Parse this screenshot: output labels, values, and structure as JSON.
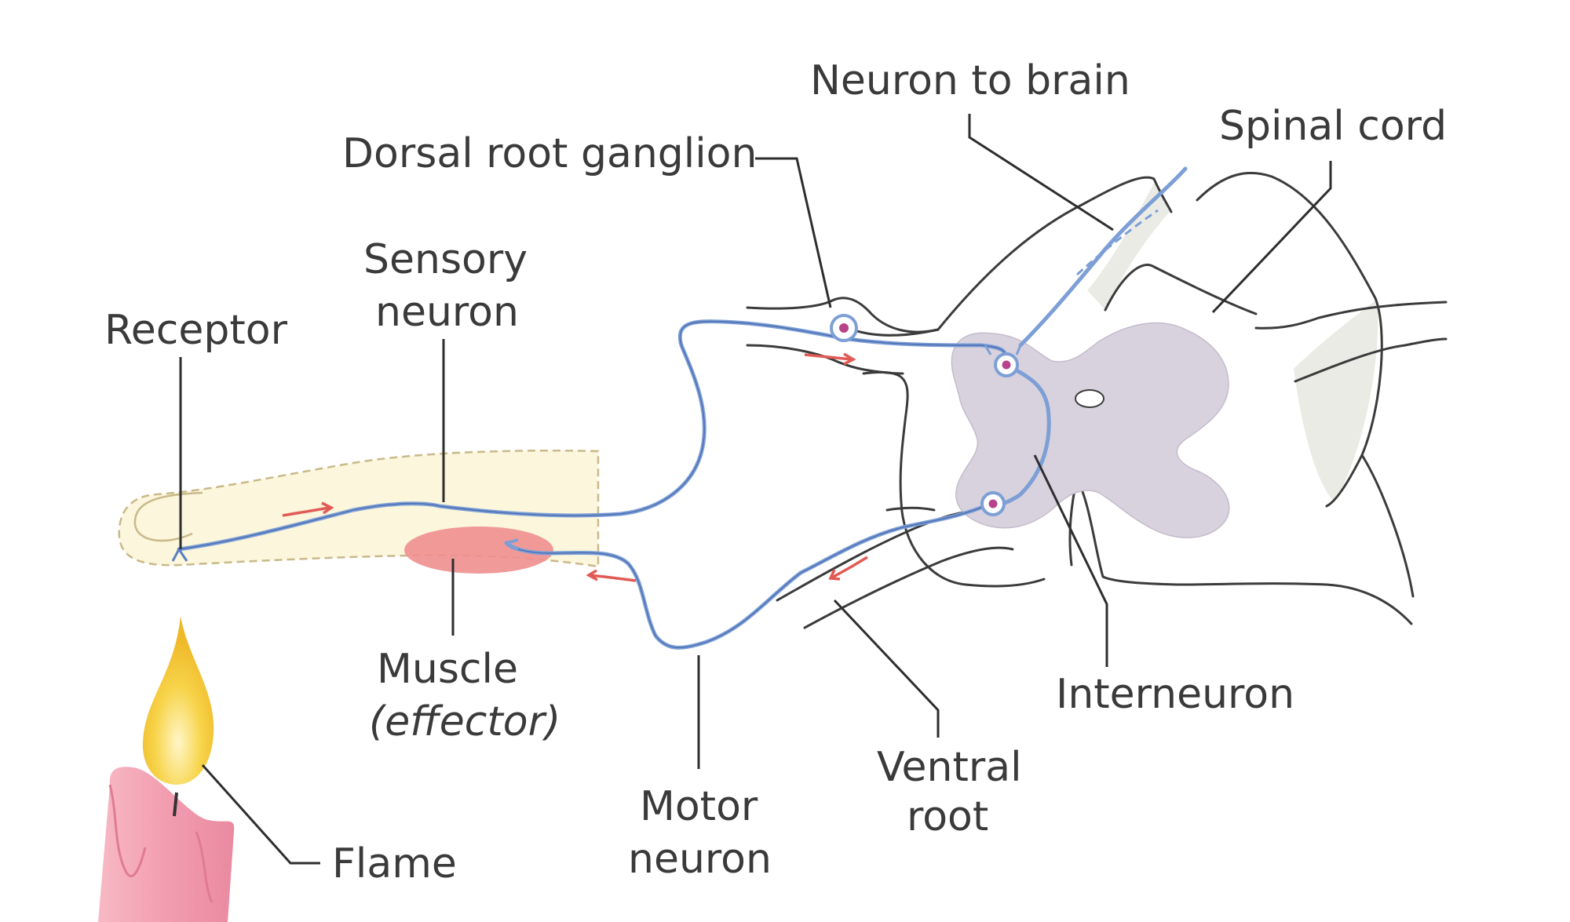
{
  "labels": {
    "receptor": "Receptor",
    "sensory_neuron_line1": "Sensory",
    "sensory_neuron_line2": "neuron",
    "dorsal_root_ganglion": "Dorsal root ganglion",
    "neuron_to_brain": "Neuron to brain",
    "spinal_cord": "Spinal cord",
    "muscle": "Muscle",
    "effector": "(effector)",
    "motor_neuron_line1": "Motor",
    "motor_neuron_line2": "neuron",
    "ventral_root_line1": "Ventral",
    "ventral_root_line2": "root",
    "interneuron": "Interneuron",
    "flame": "Flame"
  },
  "colors": {
    "nerve": "#7d9fd6",
    "signal_arrow": "#e25a55",
    "muscle": "#ef8f8f",
    "finger": "#fbf6dc",
    "grey_matter": "#d8d2df",
    "white_matter_shade": "#ebebe6",
    "candle": "#f2a6b4",
    "flame": "#f6cf3a"
  },
  "icons": [
    "candle-icon",
    "flame-icon",
    "finger-icon",
    "signal-arrow-icon"
  ]
}
